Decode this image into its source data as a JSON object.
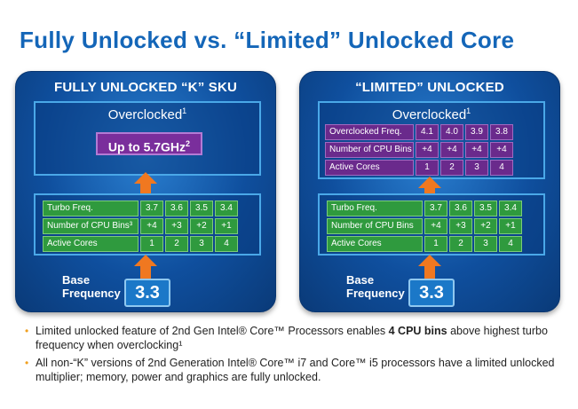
{
  "title": "Fully Unlocked vs. “Limited” Unlocked Core",
  "colors": {
    "title": "#1466b8",
    "panel": "#0f4f9e",
    "green": "#2f9a3e",
    "purple": "#6a2a8c",
    "arrow": "#f07820",
    "bullet": "#f0a020"
  },
  "left_panel": {
    "header": "FULLY UNLOCKED “K” SKU",
    "overclocked_label": "Overclocked",
    "overclocked_sup": "1",
    "overclocked_freq": "Up to 5.7GHz",
    "overclocked_freq_sup": "2",
    "turbo_rows": [
      {
        "label": "Turbo Freq.",
        "values": [
          "3.7",
          "3.6",
          "3.5",
          "3.4"
        ]
      },
      {
        "label": "Number of CPU Bins³",
        "values": [
          "+4",
          "+3",
          "+2",
          "+1"
        ]
      },
      {
        "label": "Active Cores",
        "values": [
          "1",
          "2",
          "3",
          "4"
        ]
      }
    ],
    "base_label_1": "Base",
    "base_label_2": "Frequency",
    "base_value": "3.3"
  },
  "right_panel": {
    "header": "“LIMITED” UNLOCKED",
    "overclocked_label": "Overclocked",
    "overclocked_sup": "1",
    "oc_rows": [
      {
        "label": "Overclocked Freq.",
        "values": [
          "4.1",
          "4.0",
          "3.9",
          "3.8"
        ]
      },
      {
        "label": "Number of CPU Bins",
        "values": [
          "+4",
          "+4",
          "+4",
          "+4"
        ]
      },
      {
        "label": "Active Cores",
        "values": [
          "1",
          "2",
          "3",
          "4"
        ]
      }
    ],
    "turbo_rows": [
      {
        "label": "Turbo Freq.",
        "values": [
          "3.7",
          "3.6",
          "3.5",
          "3.4"
        ]
      },
      {
        "label": "Number of CPU Bins",
        "values": [
          "+4",
          "+3",
          "+2",
          "+1"
        ]
      },
      {
        "label": "Active Cores",
        "values": [
          "1",
          "2",
          "3",
          "4"
        ]
      }
    ],
    "base_label_1": "Base",
    "base_label_2": "Frequency",
    "base_value": "3.3"
  },
  "bullets": [
    {
      "pre": "Limited unlocked feature of 2nd Gen Intel® Core™ Processors enables ",
      "bold": "4 CPU bins",
      "post": " above highest turbo frequency when overclocking¹"
    },
    {
      "pre": "All non-“K” versions of 2nd Generation Intel® Core™ i7 and Core™ i5 processors have a limited unlocked multiplier; memory, power and graphics are fully unlocked.",
      "bold": "",
      "post": ""
    }
  ]
}
